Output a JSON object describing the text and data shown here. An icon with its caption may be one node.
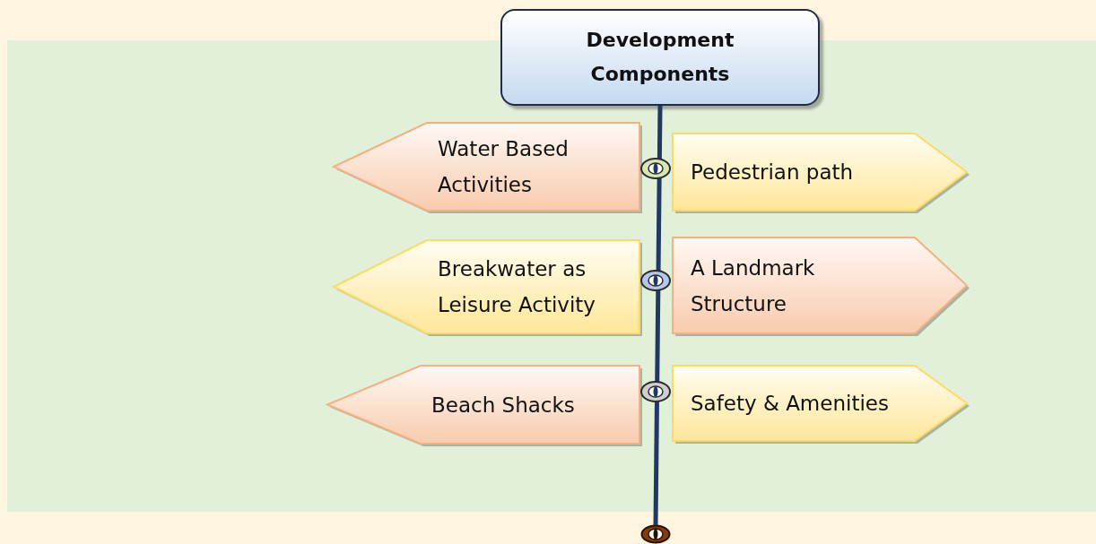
{
  "diagram": {
    "nodes": [
      {
        "text": [
          "Development Components"
        ]
      },
      {
        "text": [
          "Water Based Activities"
        ]
      },
      {
        "text": [
          "Pedestrian path"
        ]
      },
      {
        "text": [
          "Breakwater as Leisure Activity"
        ]
      },
      {
        "text": [
          "A Landmark Structure"
        ]
      },
      {
        "text": [
          "Beach Shacks"
        ]
      },
      {
        "text": [
          "Safety & Amenities"
        ]
      },
      {
        "text": [],
        "shape": "circle"
      }
    ],
    "edges": [
      {
        "from": 0,
        "to": 7,
        "arrow": "none"
      }
    ]
  }
}
